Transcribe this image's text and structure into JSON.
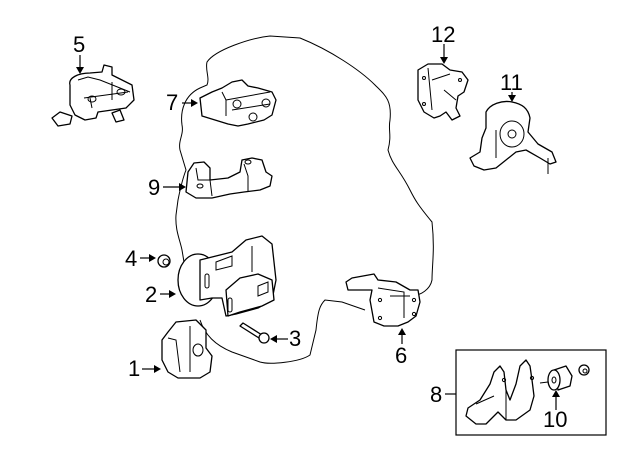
{
  "diagram": {
    "title": "Engine & Transmission Mounting",
    "callouts": [
      {
        "id": 1,
        "label": "1",
        "part": "rear-mount-insulator"
      },
      {
        "id": 2,
        "label": "2",
        "part": "rear-mount-bracket"
      },
      {
        "id": 3,
        "label": "3",
        "part": "mount-bolt"
      },
      {
        "id": 4,
        "label": "4",
        "part": "mount-nut"
      },
      {
        "id": 5,
        "label": "5",
        "part": "left-mount-insulator"
      },
      {
        "id": 6,
        "label": "6",
        "part": "right-mount-bracket"
      },
      {
        "id": 7,
        "label": "7",
        "part": "upper-mount-bracket"
      },
      {
        "id": 8,
        "label": "8",
        "part": "front-mount-bracket-assembly"
      },
      {
        "id": 9,
        "label": "9",
        "part": "side-mount-bracket"
      },
      {
        "id": 10,
        "label": "10",
        "part": "front-mount-insulator"
      },
      {
        "id": 11,
        "label": "11",
        "part": "right-mount-insulator"
      },
      {
        "id": 12,
        "label": "12",
        "part": "mount-support-bracket"
      }
    ]
  }
}
